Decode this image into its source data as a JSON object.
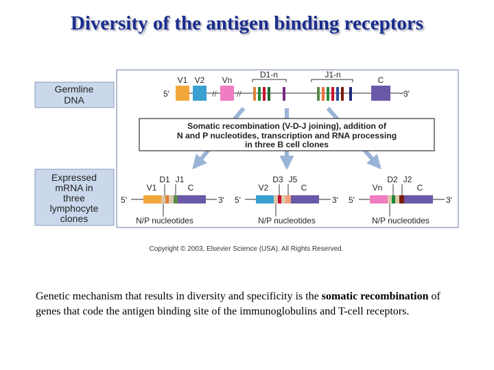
{
  "title": "Diversity of the antigen binding receptors",
  "colors": {
    "title": "#1a2d8c",
    "label_box": "#cbd8ec",
    "panel_border": "#9aa6c4",
    "arrow": "#9ab4d8",
    "V1": "#f2a73c",
    "V2": "#3aa0d0",
    "Vn": "#f07cc4",
    "C": "#6a58a8",
    "D1": "#e2803a",
    "D2": "#1f8a3a",
    "D3": "#c8102e",
    "J1": "#5a8a4a",
    "J2": "#7a1a10",
    "J5": "#f2a080",
    "np": "#dac8a8"
  },
  "labels": {
    "germline": [
      "Germline",
      "DNA"
    ],
    "expressed": [
      "Expressed",
      "mRNA in",
      "three",
      "lymphocyte",
      "clones"
    ]
  },
  "germline": {
    "five_prime": "5'",
    "three_prime": "3'",
    "v1": "V1",
    "v2": "V2",
    "vn": "Vn",
    "d": "D1-n",
    "j": "J1-n",
    "c": "C"
  },
  "recombination_text": [
    "Somatic recombination (V-D-J joining), addition of",
    "N and P nucleotides, transcription and RNA processing",
    "in three B cell clones"
  ],
  "clones": [
    {
      "five": "5'",
      "three": "3'",
      "v": "V1",
      "d": "D1",
      "j": "J1",
      "c": "C",
      "np": "N/P nucleotides"
    },
    {
      "five": "5'",
      "three": "3'",
      "v": "V2",
      "d": "D3",
      "j": "J5",
      "c": "C",
      "np": "N/P nucleotides"
    },
    {
      "five": "5'",
      "three": "3'",
      "v": "Vn",
      "d": "D2",
      "j": "J2",
      "c": "C",
      "np": "N/P nucleotides"
    }
  ],
  "copyright": "Copyright © 2003, Elsevier Science (USA). All Rights Reserved.",
  "caption": {
    "part1": "Genetic mechanism that results in diversity and specificity is the ",
    "bold1": "somatic",
    "part2": " ",
    "bold2": "recombination",
    "part3": " of genes that code the  antigen binding site of the  immunoglobulins and T-cell receptors."
  }
}
